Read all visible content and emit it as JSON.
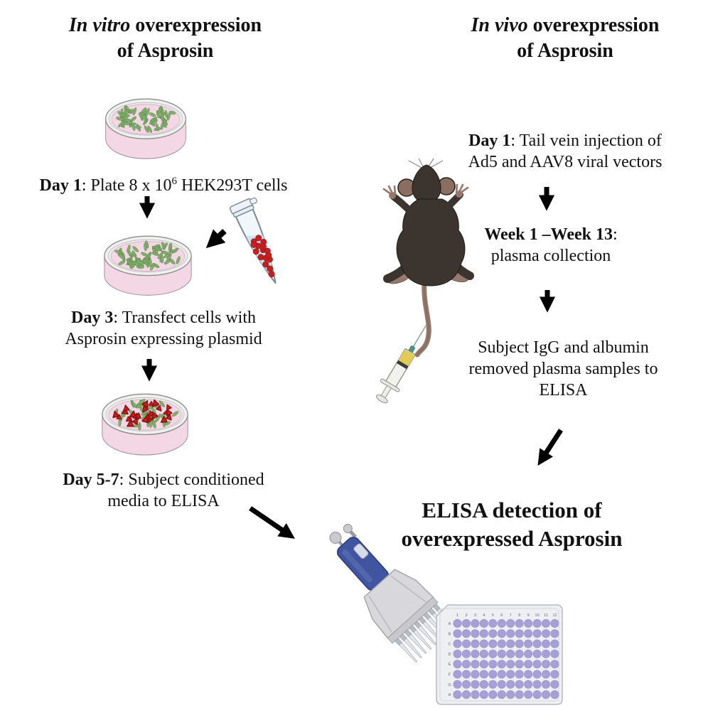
{
  "left_column": {
    "title": {
      "italic": "In vitro",
      "rest": " overexpression",
      "line2": "of Asprosin"
    },
    "step1": {
      "bold": "Day 1",
      "rest": ": Plate 8 x 10",
      "sup": "6",
      "rest2": " HEK293T cells"
    },
    "step2": {
      "bold": "Day 3",
      "rest": ": Transfect cells with",
      "line2": "Asprosin expressing plasmid"
    },
    "step3": {
      "bold": "Day 5-7",
      "rest": ": Subject conditioned",
      "line2": "media to ELISA"
    }
  },
  "right_column": {
    "title": {
      "italic": "In vivo",
      "rest": " overexpression",
      "line2": "of Asprosin"
    },
    "step1": {
      "bold": "Day 1",
      "rest": ": Tail vein injection of",
      "line2": "Ad5 and AAV8 viral vectors"
    },
    "step2": {
      "bold": "Week 1 –Week 13",
      "rest": ":",
      "line2": "plasma collection"
    },
    "step3": {
      "line1": "Subject IgG and albumin",
      "line2": "removed plasma samples to",
      "line3": "ELISA"
    }
  },
  "final_label": {
    "line1": "ELISA detection of",
    "line2": "overexpressed Asprosin"
  },
  "well_plate": {
    "rows": [
      "A",
      "B",
      "C",
      "D",
      "E",
      "F",
      "G",
      "H"
    ],
    "cols": [
      "1",
      "2",
      "3",
      "4",
      "5",
      "6",
      "7",
      "8",
      "9",
      "10",
      "11",
      "12"
    ]
  },
  "colors": {
    "media_pink": "#f3d7e4",
    "cell_green": "#7dac68",
    "cell_green_stroke": "#587f44",
    "plasmid_red": "#c51f1f",
    "well_purple": "#a7a0d6",
    "well_purple_stroke": "#938bc9",
    "mouse_body": "#3b342f",
    "mouse_skin": "#96796c",
    "syringe_yellow": "#e2cc55",
    "pipette_blue": "#41549f",
    "arrow_black": "#000000"
  },
  "icons": [
    "petri-dish-icon",
    "microcentrifuge-tube-icon",
    "mouse-icon",
    "syringe-icon",
    "multichannel-pipette-icon",
    "well-plate-icon",
    "arrow-down-icon",
    "arrow-diagonal-icon"
  ]
}
